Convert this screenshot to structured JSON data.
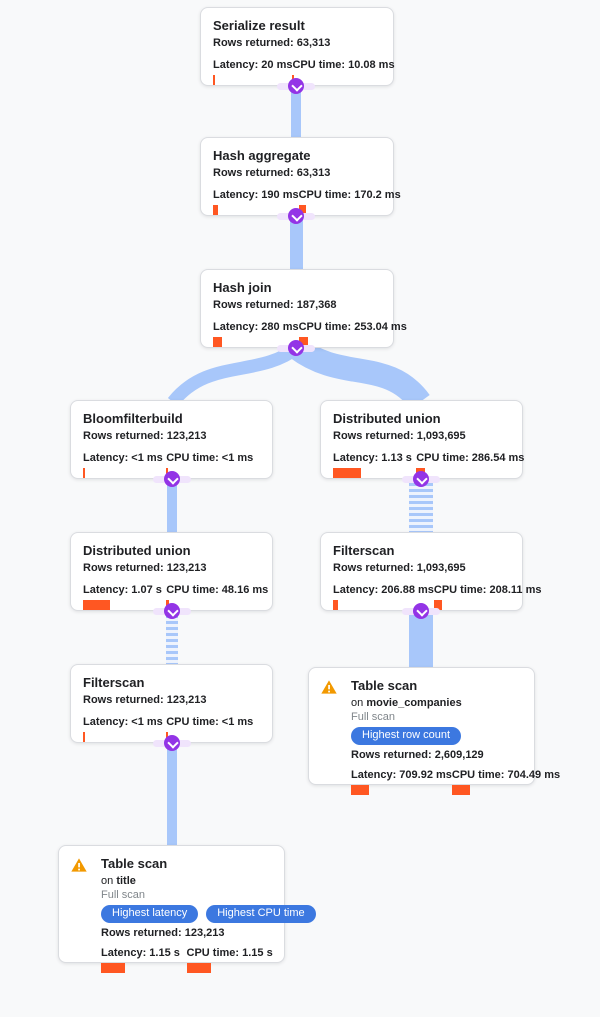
{
  "palette": {
    "background": "#f8f9fa",
    "card_border": "#dadce0",
    "edge_blue": "#a8c7fa",
    "marker_purple": "#9334e6",
    "marker_halo": "#f0e4fc",
    "metric_bar_orange": "#ff5722",
    "badge_blue": "#3c78e0",
    "warning_orange": "#f29900",
    "muted_text": "#80868b"
  },
  "nodes": {
    "serialize_result": {
      "title": "Serialize result",
      "rows": "Rows returned: 63,313",
      "latency": "Latency: 20 ms",
      "cpu": "CPU time: 10.08 ms",
      "latency_bar": 2,
      "cpu_bar": 2
    },
    "hash_aggregate": {
      "title": "Hash aggregate",
      "rows": "Rows returned: 63,313",
      "latency": "Latency: 190 ms",
      "cpu": "CPU time: 170.2 ms",
      "latency_bar": 5,
      "cpu_bar": 7
    },
    "hash_join": {
      "title": "Hash join",
      "rows": "Rows returned: 187,368",
      "latency": "Latency: 280 ms",
      "cpu": "CPU time: 253.04 ms",
      "latency_bar": 9,
      "cpu_bar": 9
    },
    "bloomfilterbuild": {
      "title": "Bloomfilterbuild",
      "rows": "Rows returned: 123,213",
      "latency": "Latency: <1 ms",
      "cpu": "CPU time: <1 ms",
      "latency_bar": 2,
      "cpu_bar": 2
    },
    "distributed_union_right": {
      "title": "Distributed union",
      "rows": "Rows returned: 1,093,695",
      "latency": "Latency: 1.13 s",
      "cpu": "CPU time: 286.54 ms",
      "latency_bar": 28,
      "cpu_bar": 9
    },
    "distributed_union_left": {
      "title": "Distributed union",
      "rows": "Rows returned: 123,213",
      "latency": "Latency: 1.07 s",
      "cpu": "CPU time: 48.16 ms",
      "latency_bar": 27,
      "cpu_bar": 3
    },
    "filterscan_right": {
      "title": "Filterscan",
      "rows": "Rows returned: 1,093,695",
      "latency": "Latency: 206.88 ms",
      "cpu": "CPU time: 208.11 ms",
      "latency_bar": 5,
      "cpu_bar": 8
    },
    "filterscan_left": {
      "title": "Filterscan",
      "rows": "Rows returned: 123,213",
      "latency": "Latency: <1 ms",
      "cpu": "CPU time: <1 ms",
      "latency_bar": 2,
      "cpu_bar": 2
    },
    "table_scan_right": {
      "title": "Table scan",
      "on_prefix": "on",
      "table_name": "movie_companies",
      "scan_type": "Full scan",
      "badges": [
        "Highest row count"
      ],
      "rows": "Rows returned: 2,609,129",
      "latency": "Latency: 709.92 ms",
      "cpu": "CPU time: 704.49 ms",
      "latency_bar": 18,
      "cpu_bar": 18
    },
    "table_scan_left": {
      "title": "Table scan",
      "on_prefix": "on",
      "table_name": "title",
      "scan_type": "Full scan",
      "badges": [
        "Highest latency",
        "Highest CPU time"
      ],
      "rows": "Rows returned: 123,213",
      "latency": "Latency: 1.15 s",
      "cpu": "CPU time: 1.15 s",
      "latency_bar": 24,
      "cpu_bar": 24
    }
  }
}
